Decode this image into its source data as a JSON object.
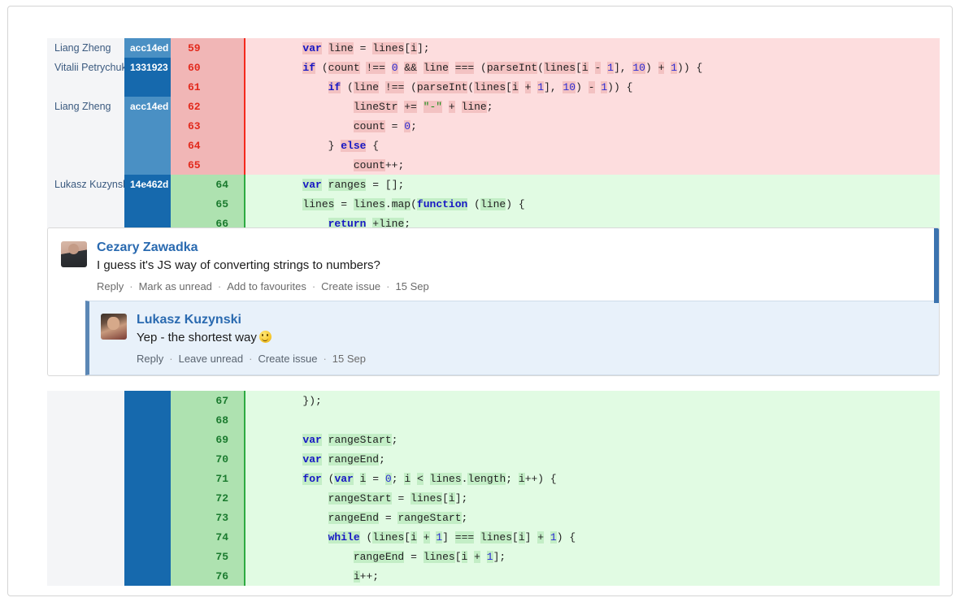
{
  "diff_top": {
    "rows": [
      {
        "type": "del",
        "author": "Liang Zheng",
        "hash": "acc14ed",
        "hash_shade": "shade-a",
        "num": "59",
        "tokens": [
          {
            "t": "        ",
            "c": "pl",
            "hl": false
          },
          {
            "t": "var",
            "c": "kw",
            "hl": true
          },
          {
            "t": " line",
            "c": "pl",
            "hl": false
          },
          {
            "t": " ",
            "c": "pl",
            "hl": false
          },
          {
            "t": "= lines[i];",
            "c": "pl",
            "hl": false
          }
        ],
        "code": "        var line = lines[i];"
      },
      {
        "type": "del",
        "author": "Vitalii Petrychuk",
        "hash": "1331923",
        "hash_shade": "shade-b",
        "num": "60",
        "code": "        if (count !== 0 && line === (parseInt(lines[i - 1], 10) + 1)) {"
      },
      {
        "type": "del",
        "author": "",
        "hash": "",
        "hash_shade": "blank-b",
        "num": "61",
        "code": "            if (line !== (parseInt(lines[i + 1], 10) - 1)) {"
      },
      {
        "type": "del",
        "author": "Liang Zheng",
        "hash": "acc14ed",
        "hash_shade": "shade-a",
        "num": "62",
        "code": "                lineStr += \"-\" + line;"
      },
      {
        "type": "del",
        "author": "",
        "hash": "",
        "hash_shade": "blank-a",
        "num": "63",
        "code": "                count = 0;"
      },
      {
        "type": "del",
        "author": "",
        "hash": "",
        "hash_shade": "blank-a",
        "num": "64",
        "code": "            } else {"
      },
      {
        "type": "del",
        "author": "",
        "hash": "",
        "hash_shade": "blank-a",
        "num": "65",
        "code": "                count++;"
      },
      {
        "type": "add",
        "author": "Lukasz Kuzynski",
        "hash": "14e462d",
        "hash_shade": "shade-c",
        "num": "64",
        "code": "        var ranges = [];"
      },
      {
        "type": "add",
        "author": "",
        "hash": "",
        "hash_shade": "shade-c",
        "num": "65",
        "code": "        lines = lines.map(function (line) {"
      },
      {
        "type": "add",
        "author": "",
        "hash": "",
        "hash_shade": "shade-c",
        "num": "66",
        "code": "            return +line;"
      }
    ]
  },
  "comments": {
    "main": {
      "author": "Cezary Zawadka",
      "avatar_name": "avatar-cezary-zawadka",
      "text": "I guess it's JS way of converting strings to numbers?",
      "actions": [
        "Reply",
        "Mark as unread",
        "Add to favourites",
        "Create issue"
      ],
      "date": "15 Sep",
      "separator": "·"
    },
    "reply": {
      "author": "Lukasz Kuzynski",
      "avatar_name": "avatar-lukasz-kuzynski",
      "text": "Yep - the shortest way",
      "emoji": "slightly-smiling-face",
      "actions": [
        "Reply",
        "Leave unread",
        "Create issue"
      ],
      "date": "15 Sep",
      "separator": "·"
    }
  },
  "diff_bottom": {
    "rows": [
      {
        "type": "add",
        "author": "",
        "hash": "",
        "hash_shade": "shade-c",
        "num": "67",
        "code": "        });"
      },
      {
        "type": "add",
        "author": "",
        "hash": "",
        "hash_shade": "shade-c",
        "num": "68",
        "code": ""
      },
      {
        "type": "add",
        "author": "",
        "hash": "",
        "hash_shade": "shade-c",
        "num": "69",
        "code": "        var rangeStart;"
      },
      {
        "type": "add",
        "author": "",
        "hash": "",
        "hash_shade": "shade-c",
        "num": "70",
        "code": "        var rangeEnd;"
      },
      {
        "type": "add",
        "author": "",
        "hash": "",
        "hash_shade": "shade-c",
        "num": "71",
        "code": "        for (var i = 0; i < lines.length; i++) {"
      },
      {
        "type": "add",
        "author": "",
        "hash": "",
        "hash_shade": "shade-c",
        "num": "72",
        "code": "            rangeStart = lines[i];"
      },
      {
        "type": "add",
        "author": "",
        "hash": "",
        "hash_shade": "shade-c",
        "num": "73",
        "code": "            rangeEnd = rangeStart;"
      },
      {
        "type": "add",
        "author": "",
        "hash": "",
        "hash_shade": "shade-c",
        "num": "74",
        "code": "            while (lines[i + 1] === lines[i] + 1) {"
      },
      {
        "type": "add",
        "author": "",
        "hash": "",
        "hash_shade": "shade-c",
        "num": "75",
        "code": "                rangeEnd = lines[i + 1];"
      },
      {
        "type": "add",
        "author": "",
        "hash": "",
        "hash_shade": "shade-c",
        "num": "76",
        "code": "                i++;"
      }
    ]
  },
  "colors": {
    "removed_bg": "#fdddde",
    "removed_gutter": "#f1b6b6",
    "removed_marker": "#f4291c",
    "added_bg": "#e1fbe3",
    "added_gutter": "#aee2b0",
    "added_marker": "#2eaa42",
    "blame_author_bg": "#f4f5f7",
    "hash_light": "#4a90c4",
    "hash_dark": "#1669ad",
    "author_link": "#2a6ab0",
    "unread_bar": "#3b73af",
    "reply_bg": "#e8f1fa",
    "keyword": "#1616c4",
    "number": "#2b2bd4",
    "string": "#1a8f1a"
  }
}
